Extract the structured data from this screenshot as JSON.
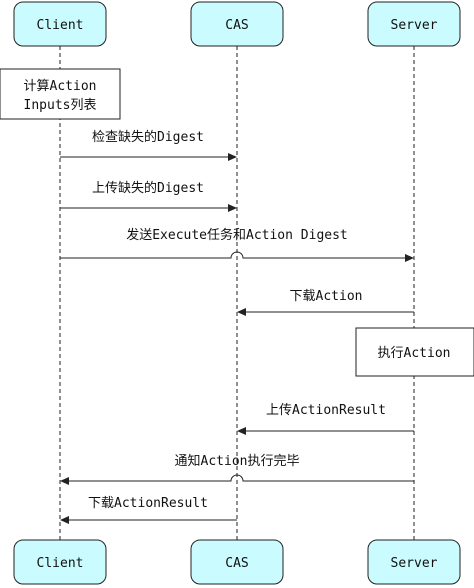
{
  "actors": [
    {
      "id": "client",
      "label": "Client"
    },
    {
      "id": "cas",
      "label": "CAS"
    },
    {
      "id": "server",
      "label": "Server"
    }
  ],
  "notes": [
    {
      "id": "compute-inputs",
      "lines": [
        "计算Action",
        "Inputs列表"
      ]
    },
    {
      "id": "execute-action",
      "lines": [
        "执行Action"
      ]
    }
  ],
  "messages": [
    {
      "id": "check-missing-digest",
      "label": "检查缺失的Digest",
      "from": "client",
      "to": "cas"
    },
    {
      "id": "upload-missing-digest",
      "label": "上传缺失的Digest",
      "from": "client",
      "to": "cas"
    },
    {
      "id": "send-execute",
      "label": "发送Execute任务和Action Digest",
      "from": "client",
      "to": "server"
    },
    {
      "id": "download-action",
      "label": "下载Action",
      "from": "server",
      "to": "cas"
    },
    {
      "id": "upload-action-result",
      "label": "上传ActionResult",
      "from": "server",
      "to": "cas"
    },
    {
      "id": "notify-done",
      "label": "通知Action执行完毕",
      "from": "server",
      "to": "client"
    },
    {
      "id": "download-action-result",
      "label": "下载ActionResult",
      "from": "cas",
      "to": "client"
    }
  ]
}
